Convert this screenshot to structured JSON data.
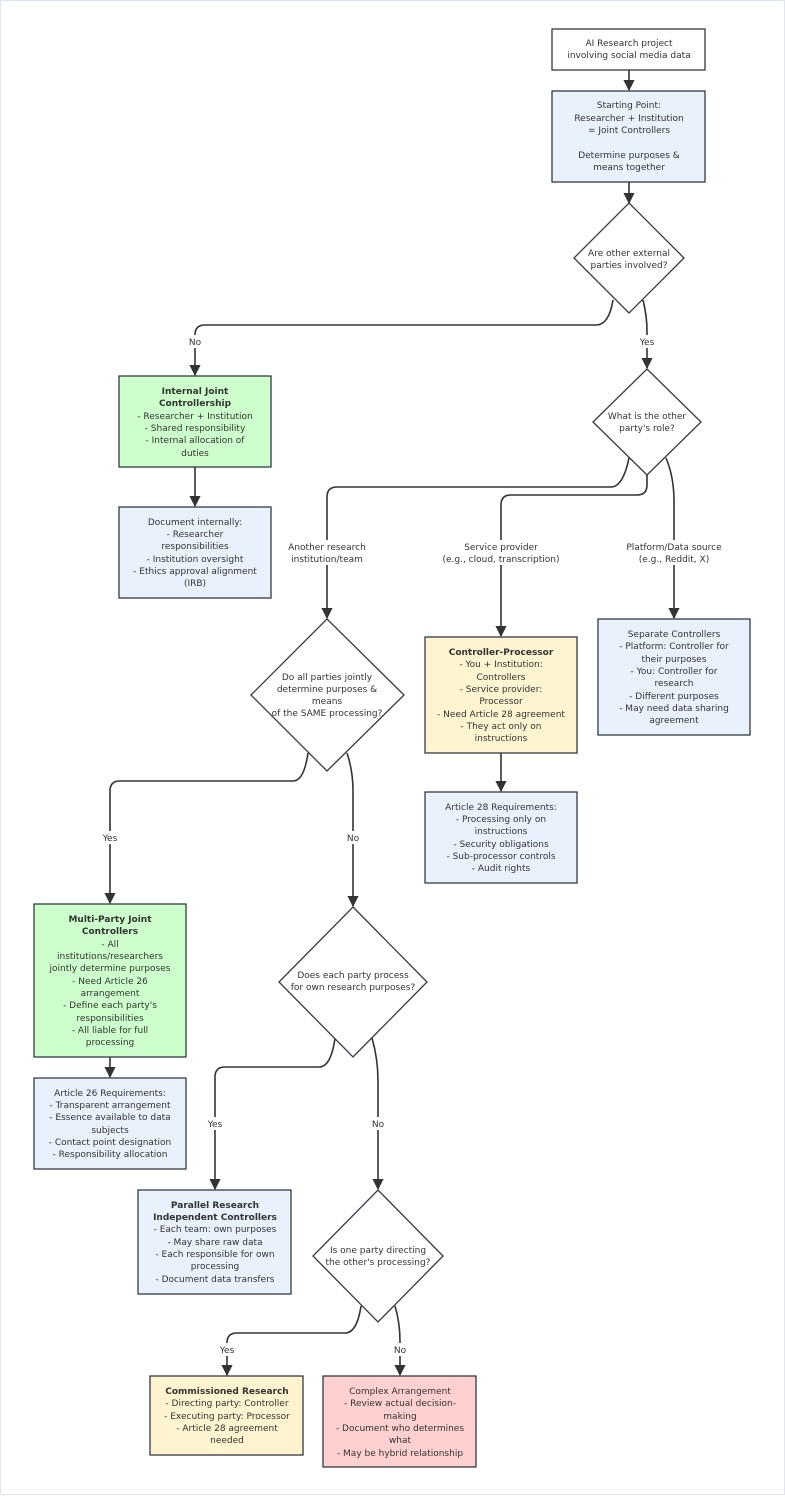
{
  "colors": {
    "white": "#ffffff",
    "blue": "#e8f1fc",
    "green": "#ccffcc",
    "yellow": "#fff4cf",
    "red": "#ffd0d0",
    "stroke": "#333a44",
    "edge": "#333333"
  },
  "nodes": {
    "start": {
      "lines": [
        "AI Research project",
        "involving social media data"
      ]
    },
    "starting_point": {
      "lines": [
        "Starting Point:",
        "Researcher + Institution",
        "= Joint Controllers",
        "",
        "Determine purposes &",
        "means together"
      ]
    },
    "q_external": {
      "lines": [
        "Are other external",
        "parties involved?"
      ]
    },
    "internal_joint": {
      "title": [
        "Internal Joint",
        "Controllership"
      ],
      "lines": [
        "- Researcher + Institution",
        "- Shared responsibility",
        "- Internal allocation of",
        "duties"
      ]
    },
    "document_internally": {
      "lines": [
        "Document internally:",
        "- Researcher",
        "responsibilities",
        "- Institution oversight",
        "- Ethics approval alignment",
        "(IRB)"
      ]
    },
    "q_role": {
      "lines": [
        "What is the other",
        "party's role?"
      ]
    },
    "q_jointly": {
      "lines": [
        "Do all parties jointly",
        "determine purposes &",
        "means",
        "of the SAME processing?"
      ]
    },
    "controller_processor": {
      "title": [
        "Controller-Processor"
      ],
      "lines": [
        "- You + Institution:",
        "Controllers",
        "- Service provider:",
        "Processor",
        "- Need Article 28 agreement",
        "- They act only on",
        "instructions"
      ]
    },
    "separate_controllers": {
      "lines": [
        "Separate Controllers",
        "- Platform: Controller for",
        "their purposes",
        "- You: Controller for",
        "research",
        "- Different purposes",
        "- May need data sharing",
        "agreement"
      ]
    },
    "art28_requirements": {
      "lines": [
        "Article 28 Requirements:",
        "- Processing only on",
        "instructions",
        "- Security obligations",
        "- Sub-processor controls",
        "- Audit rights"
      ]
    },
    "multi_party": {
      "title": [
        "Multi-Party Joint",
        "Controllers"
      ],
      "lines": [
        "- All",
        "institutions/researchers",
        "jointly determine purposes",
        "- Need Article 26",
        "arrangement",
        "- Define each party's",
        "responsibilities",
        "- All liable for full",
        "processing"
      ]
    },
    "art26_requirements": {
      "lines": [
        "Article 26 Requirements:",
        "- Transparent arrangement",
        "- Essence available to data",
        "subjects",
        "- Contact point designation",
        "- Responsibility allocation"
      ]
    },
    "q_own_purposes": {
      "lines": [
        "Does each party process",
        "for own research purposes?"
      ]
    },
    "parallel_research": {
      "title": [
        "Parallel Research",
        "Independent Controllers"
      ],
      "lines": [
        "- Each team: own purposes",
        "- May share raw data",
        "- Each responsible for own",
        "processing",
        "- Document data transfers"
      ]
    },
    "q_directing": {
      "lines": [
        "Is one party directing",
        "the other's processing?"
      ]
    },
    "commissioned": {
      "title": [
        "Commissioned Research"
      ],
      "lines": [
        "- Directing party: Controller",
        "- Executing party: Processor",
        "- Article 28 agreement",
        "needed"
      ]
    },
    "complex": {
      "lines": [
        "Complex Arrangement",
        "- Review actual decision-",
        "making",
        "- Document who determines",
        "what",
        "- May be hybrid relationship"
      ]
    }
  },
  "edge_labels": {
    "no_external": "No",
    "yes_external": "Yes",
    "another_institution": [
      "Another research",
      "institution/team"
    ],
    "service_provider": [
      "Service provider",
      "(e.g., cloud, transcription)"
    ],
    "platform": [
      "Platform/Data source",
      "(e.g., Reddit, X)"
    ],
    "yes_jointly": "Yes",
    "no_jointly": "No",
    "yes_own": "Yes",
    "no_own": "No",
    "yes_directing": "Yes",
    "no_directing": "No"
  }
}
